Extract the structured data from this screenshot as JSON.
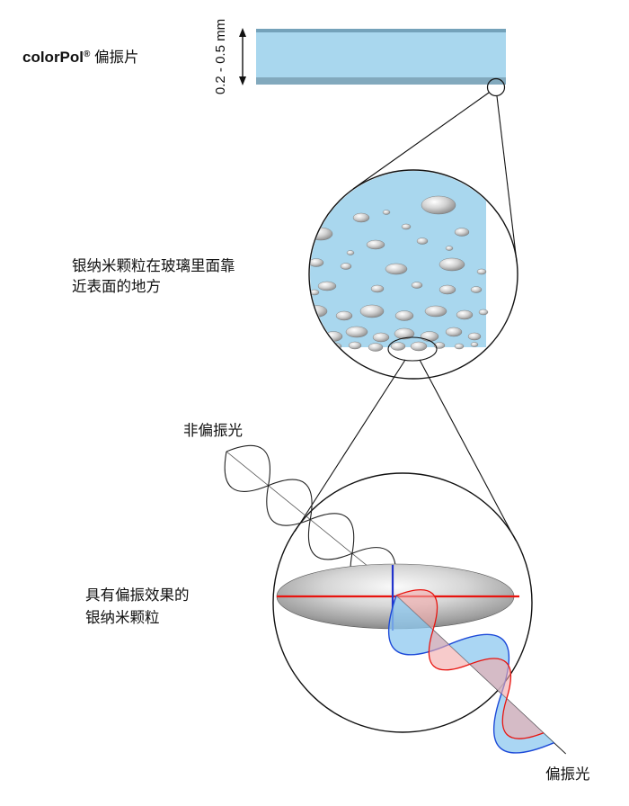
{
  "diagram": {
    "product_label": {
      "brand": "colorPol",
      "registered": "®",
      "suffix": " 偏振片"
    },
    "thickness_label": "0.2 - 0.5 mm",
    "nanoparticles_label": {
      "line1": "银纳米颗粒在玻璃里面靠",
      "line2": "近表面的地方"
    },
    "unpolarized_label": "非偏振光",
    "particle_label": {
      "line1": "具有偏振效果的",
      "line2": "银纳米颗粒"
    },
    "polarized_label": "偏振光",
    "colors": {
      "glass_blue": "#a9d7ee",
      "glass_edge": "#82a9bd",
      "glass_edge_top": "#74a2ba",
      "red_axis": "#e8140f",
      "blue_axis": "#2233cc",
      "polarized_blue_fill": "#8ec8ef",
      "polarized_red_fill": "#f2a8a8"
    }
  }
}
